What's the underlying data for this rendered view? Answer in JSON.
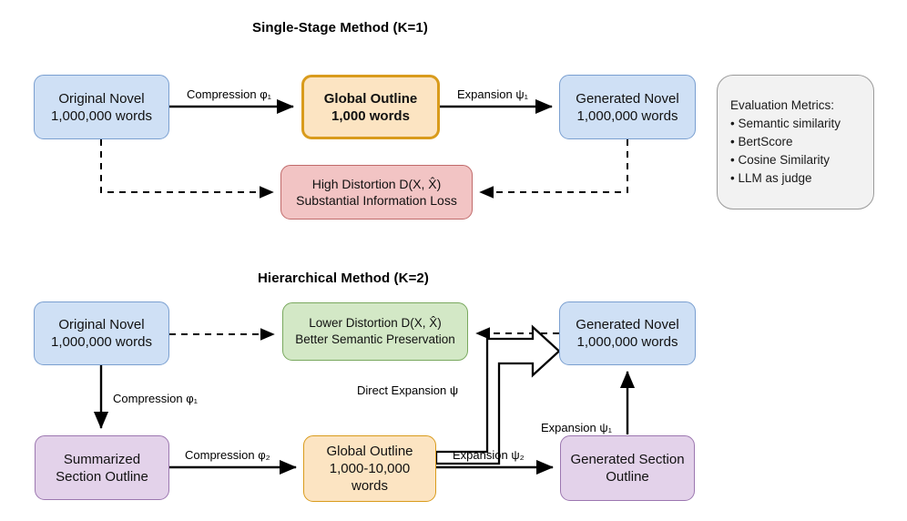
{
  "sections": {
    "top": {
      "title": "Single-Stage Method (K=1)"
    },
    "bottom": {
      "title": "Hierarchical Method (K=2)"
    }
  },
  "nodes": {
    "top_original_novel": {
      "line1": "Original Novel",
      "line2": "1,000,000 words"
    },
    "top_global_outline": {
      "line1": "Global Outline",
      "line2": "1,000 words"
    },
    "top_generated_novel": {
      "line1": "Generated Novel",
      "line2": "1,000,000 words"
    },
    "top_distortion": {
      "line1": "High Distortion D(X, X̂)",
      "line2": "Substantial Information Loss"
    },
    "bot_original_novel": {
      "line1": "Original Novel",
      "line2": "1,000,000 words"
    },
    "bot_distortion": {
      "line1": "Lower Distortion D(X, X̂)",
      "line2": "Better Semantic Preservation"
    },
    "bot_summarized": {
      "line1": "Summarized",
      "line2": "Section Outline"
    },
    "bot_global_outline": {
      "line1": "Global Outline",
      "line2": "1,000-10,000",
      "line3": "words"
    },
    "bot_generated_section": {
      "line1": "Generated Section",
      "line2": "Outline"
    },
    "bot_generated_novel": {
      "line1": "Generated Novel",
      "line2": "1,000,000 words"
    }
  },
  "eval_box": {
    "heading": "Evaluation Metrics:",
    "items": [
      "• Semantic similarity",
      "• BertScore",
      "• Cosine Similarity",
      "• LLM as judge"
    ]
  },
  "edge_labels": {
    "top_compression_phi1": "Compression φ₁",
    "top_expansion_psi1": "Expansion ψ₁",
    "bot_compression_phi1": "Compression φ₁",
    "bot_compression_phi2": "Compression φ₂",
    "bot_expansion_psi2": "Expansion ψ₂",
    "bot_expansion_psi1": "Expansion ψ₁",
    "bot_direct_expansion": "Direct Expansion ψ"
  },
  "colors": {
    "blue_fill": "#cfe0f5",
    "blue_stroke": "#7a9fd0",
    "orange_fill": "#fce4c2",
    "orange_stroke": "#d99b1c",
    "red_fill": "#f2c4c4",
    "red_stroke": "#c06a6a",
    "green_fill": "#d3e8c6",
    "green_stroke": "#79a85e",
    "purple_fill": "#e3d2ea",
    "purple_stroke": "#9c77b0",
    "grey_fill": "#f2f2f2",
    "grey_stroke": "#9a9a9a",
    "line": "#000000",
    "background": "#ffffff"
  }
}
